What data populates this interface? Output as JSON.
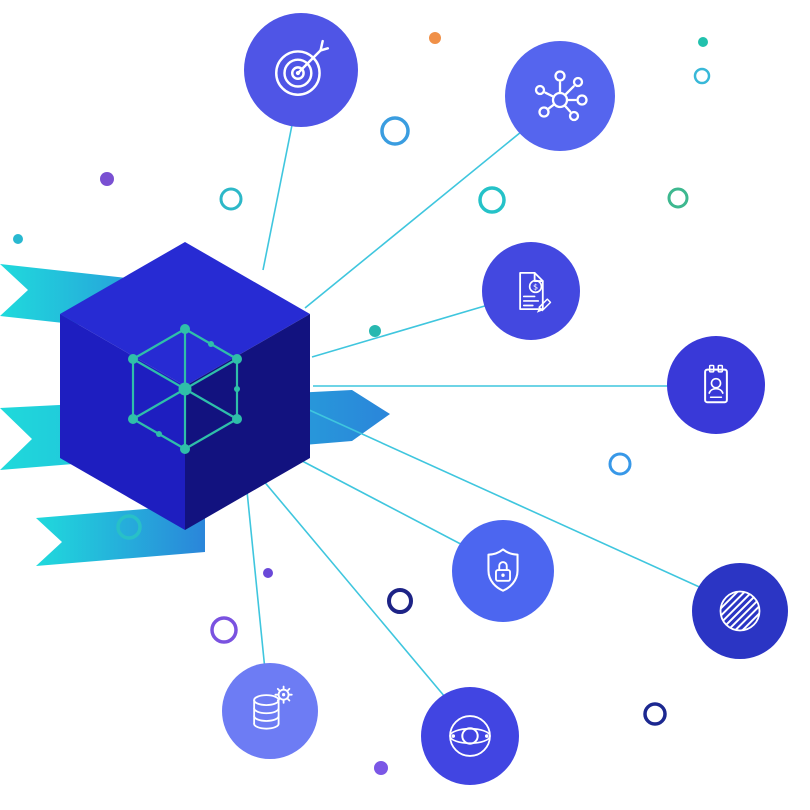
{
  "illustration": {
    "center": {
      "icon": "cube-network-icon",
      "top_color": "#272bd3",
      "left_color": "#1e1ec0",
      "right_color": "#12127f",
      "wireframe_color": "#2fbfa9"
    },
    "connector_color": "#3fc6de",
    "stripe_colors": [
      "#14d8da",
      "#1f7fd8"
    ],
    "nodes": {
      "target": {
        "icon": "target-arrow-icon",
        "color": "#4f55e6"
      },
      "hub": {
        "icon": "network-hub-icon",
        "color": "#5565ee"
      },
      "invoice": {
        "icon": "invoice-document-icon",
        "color": "#4348e0",
        "symbol": "$"
      },
      "contacts": {
        "icon": "contact-book-icon",
        "color": "#3939d8"
      },
      "shield": {
        "icon": "shield-lock-icon",
        "color": "#4c66f0"
      },
      "sphere": {
        "icon": "striped-sphere-icon",
        "color": "#2b35c4"
      },
      "database": {
        "icon": "database-gear-icon",
        "color": "#6d7cf4"
      },
      "globe": {
        "icon": "globe-lens-icon",
        "color": "#4145e2"
      }
    },
    "decorations": [
      {
        "shape": "ring",
        "color": "#2db8c8"
      },
      {
        "shape": "ring",
        "color": "#3a9de0"
      },
      {
        "shape": "ring",
        "color": "#25c2c8"
      },
      {
        "shape": "ring",
        "color": "#3db88f"
      },
      {
        "shape": "ring",
        "color": "#38b8d8"
      },
      {
        "shape": "dot",
        "color": "#f09048"
      },
      {
        "shape": "dot",
        "color": "#21c1ad"
      },
      {
        "shape": "dot",
        "color": "#7a50d2"
      },
      {
        "shape": "dot",
        "color": "#28b8d0"
      },
      {
        "shape": "dot",
        "color": "#28b8b0"
      },
      {
        "shape": "ring",
        "color": "#3898e8"
      },
      {
        "shape": "ring",
        "color": "#28c0c8"
      },
      {
        "shape": "ring",
        "color": "#1d2386"
      },
      {
        "shape": "ring",
        "color": "#7a52e0"
      },
      {
        "shape": "dot",
        "color": "#6a48d8"
      },
      {
        "shape": "ring",
        "color": "#1c2890"
      },
      {
        "shape": "dot",
        "color": "#7b57e6"
      }
    ]
  }
}
